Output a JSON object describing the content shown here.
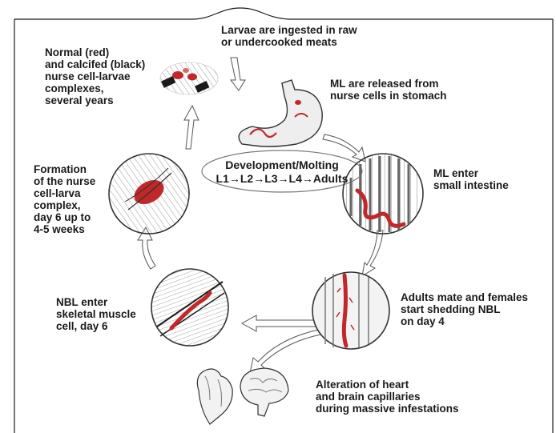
{
  "stages": {
    "ingestion": "Larvae are ingested in raw\nor undercooked meats",
    "stomach": "ML are released from\nnurse cells in stomach",
    "intestine": "ML enter\nsmall intestine",
    "mating": "Adults mate and females\nstart shedding NBL\non day 4",
    "infestation": "Alteration of heart\nand brain capillaries\nduring massive infestations",
    "muscle": "NBL enter\nskeletal muscle\ncell, day 6",
    "nurse_cell": "Formation\nof the nurse\ncell-larva\ncomplex,\nday 6 up to\n4-5 weeks",
    "calcified": "Normal (red)\nand calcifed (black)\nnurse cell-larvae\ncomplexes,\nseveral years"
  },
  "center": {
    "title": "Development/Molting",
    "sequence": "L1→L2→L3→L4→Adults"
  },
  "colors": {
    "larva_red": "#c0282a",
    "tissue_red": "#d26a6a",
    "ink": "#1a1a1a",
    "arrow": "#ffffff"
  }
}
